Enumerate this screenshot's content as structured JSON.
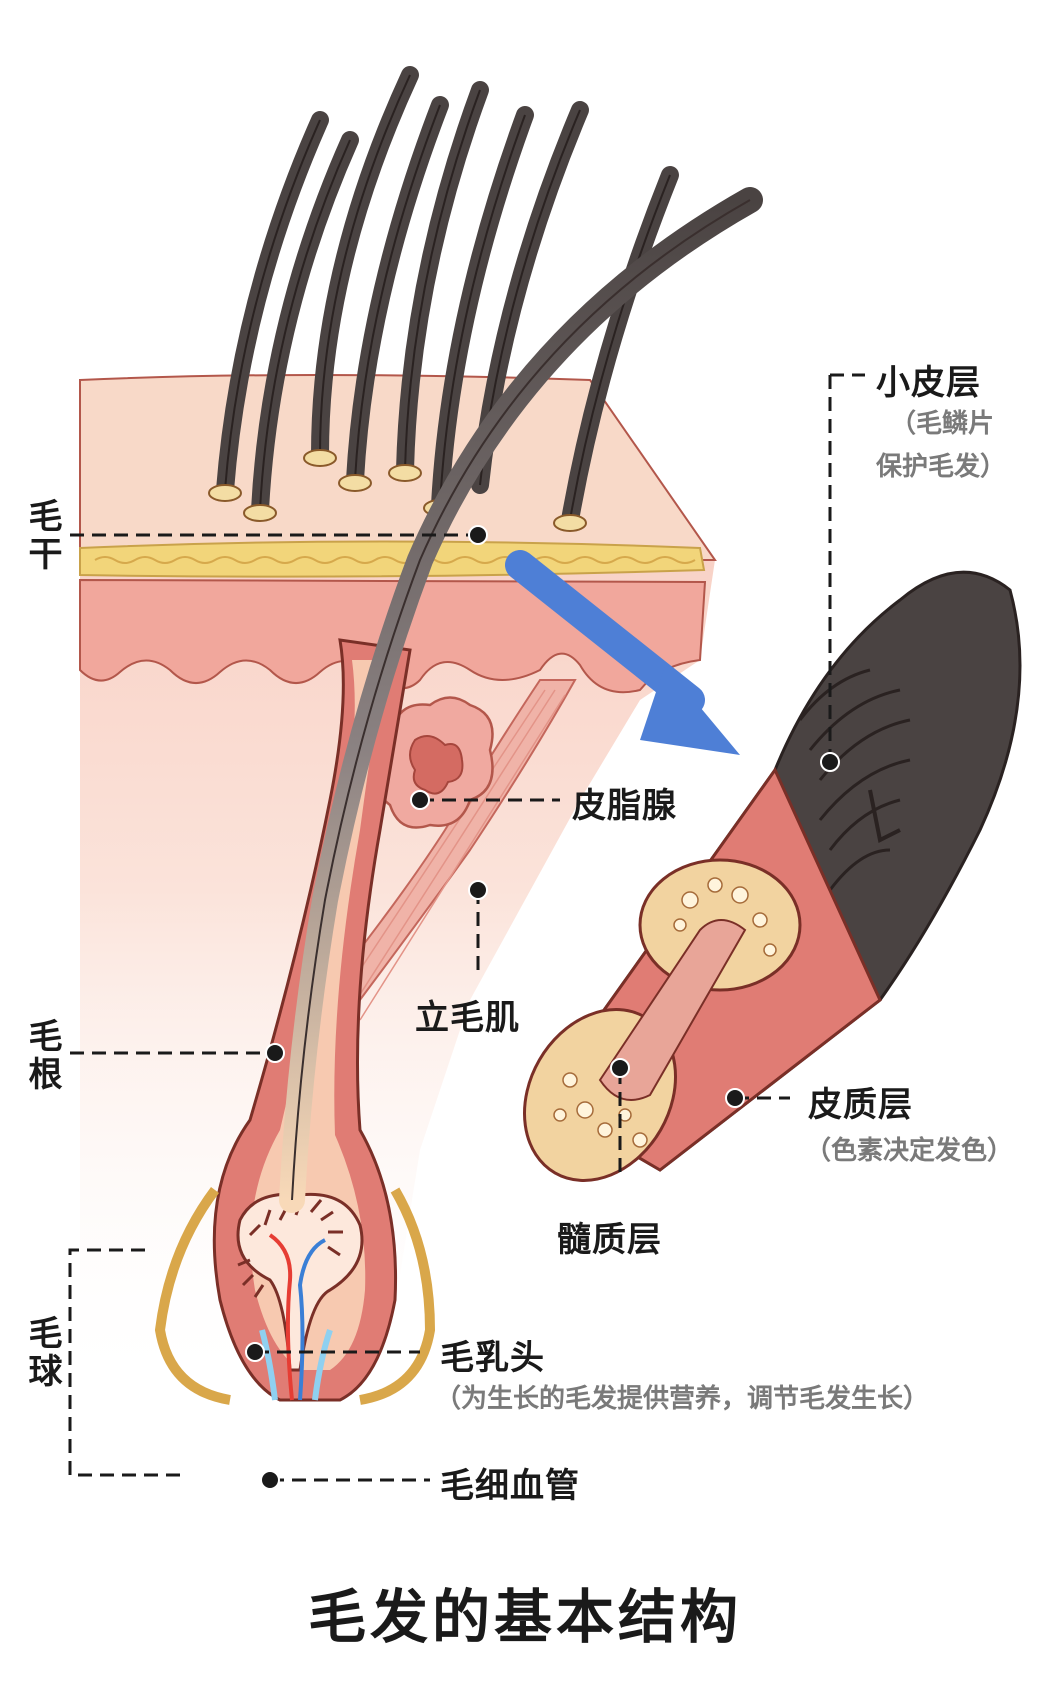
{
  "labels": {
    "hair_shaft": "毛干",
    "hair_root": "毛根",
    "hair_bulb": "毛球",
    "cuticle": "小皮层",
    "cuticle_note_1": "（毛鳞片",
    "cuticle_note_2": "保护毛发）",
    "sebaceous_gland": "皮脂腺",
    "arrector_pili": "立毛肌",
    "cortex": "皮质层",
    "cortex_note": "（色素决定发色）",
    "medulla": "髓质层",
    "papilla": "毛乳头",
    "papilla_note": "（为生长的毛发提供营养，调节毛发生长）",
    "capillary": "毛细血管"
  },
  "title": "毛发的基本结构",
  "colors": {
    "skin_surface": "#f6d6c4",
    "epidermis": "#f0a9a0",
    "dermis": "#fbe3da",
    "hair": "#4a4342",
    "follicle": "#e07c74",
    "fat_layer": "#f2d57a",
    "arrow": "#4e7fd6",
    "outline": "#6b2f27"
  }
}
